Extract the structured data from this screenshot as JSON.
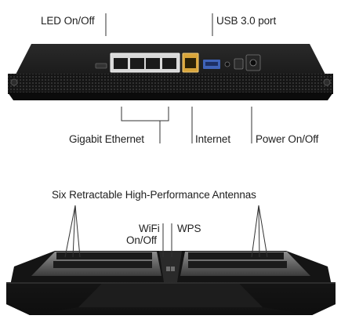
{
  "rear_view": {
    "labels": {
      "led": "LED On/Off",
      "usb": "USB 3.0 port",
      "gigabit": "Gigabit Ethernet",
      "internet": "Internet",
      "power": "Power On/Off"
    }
  },
  "front_view": {
    "labels": {
      "antennas": "Six Retractable High-Performance Antennas",
      "wifi_line1": "WiFi",
      "wifi_line2": "On/Off",
      "wps": "WPS"
    }
  },
  "colors": {
    "device_body": "#1b1b1b",
    "ethernet_port": "#d9d9d9",
    "internet_port": "#d9a53a",
    "usb_port": "#3f63b8",
    "leader_line": "#333333"
  }
}
